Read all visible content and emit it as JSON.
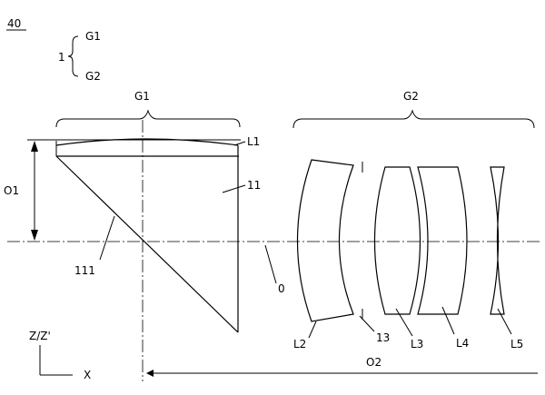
{
  "figure_label": "40",
  "legend": {
    "group_number": "1",
    "first_group": "G1",
    "second_group": "G2"
  },
  "group_labels": {
    "g1": "G1",
    "g2": "G2"
  },
  "labels": {
    "l1": "L1",
    "prism": "11",
    "lens_13": "13",
    "reflect_surface": "111",
    "axis": "0",
    "o1": "O1",
    "o2": "O2",
    "l2": "L2",
    "l3": "L3",
    "l4": "L4",
    "l5": "L5"
  },
  "coordinate_system": {
    "vertical": "Z/Z'",
    "horizontal": "X"
  }
}
